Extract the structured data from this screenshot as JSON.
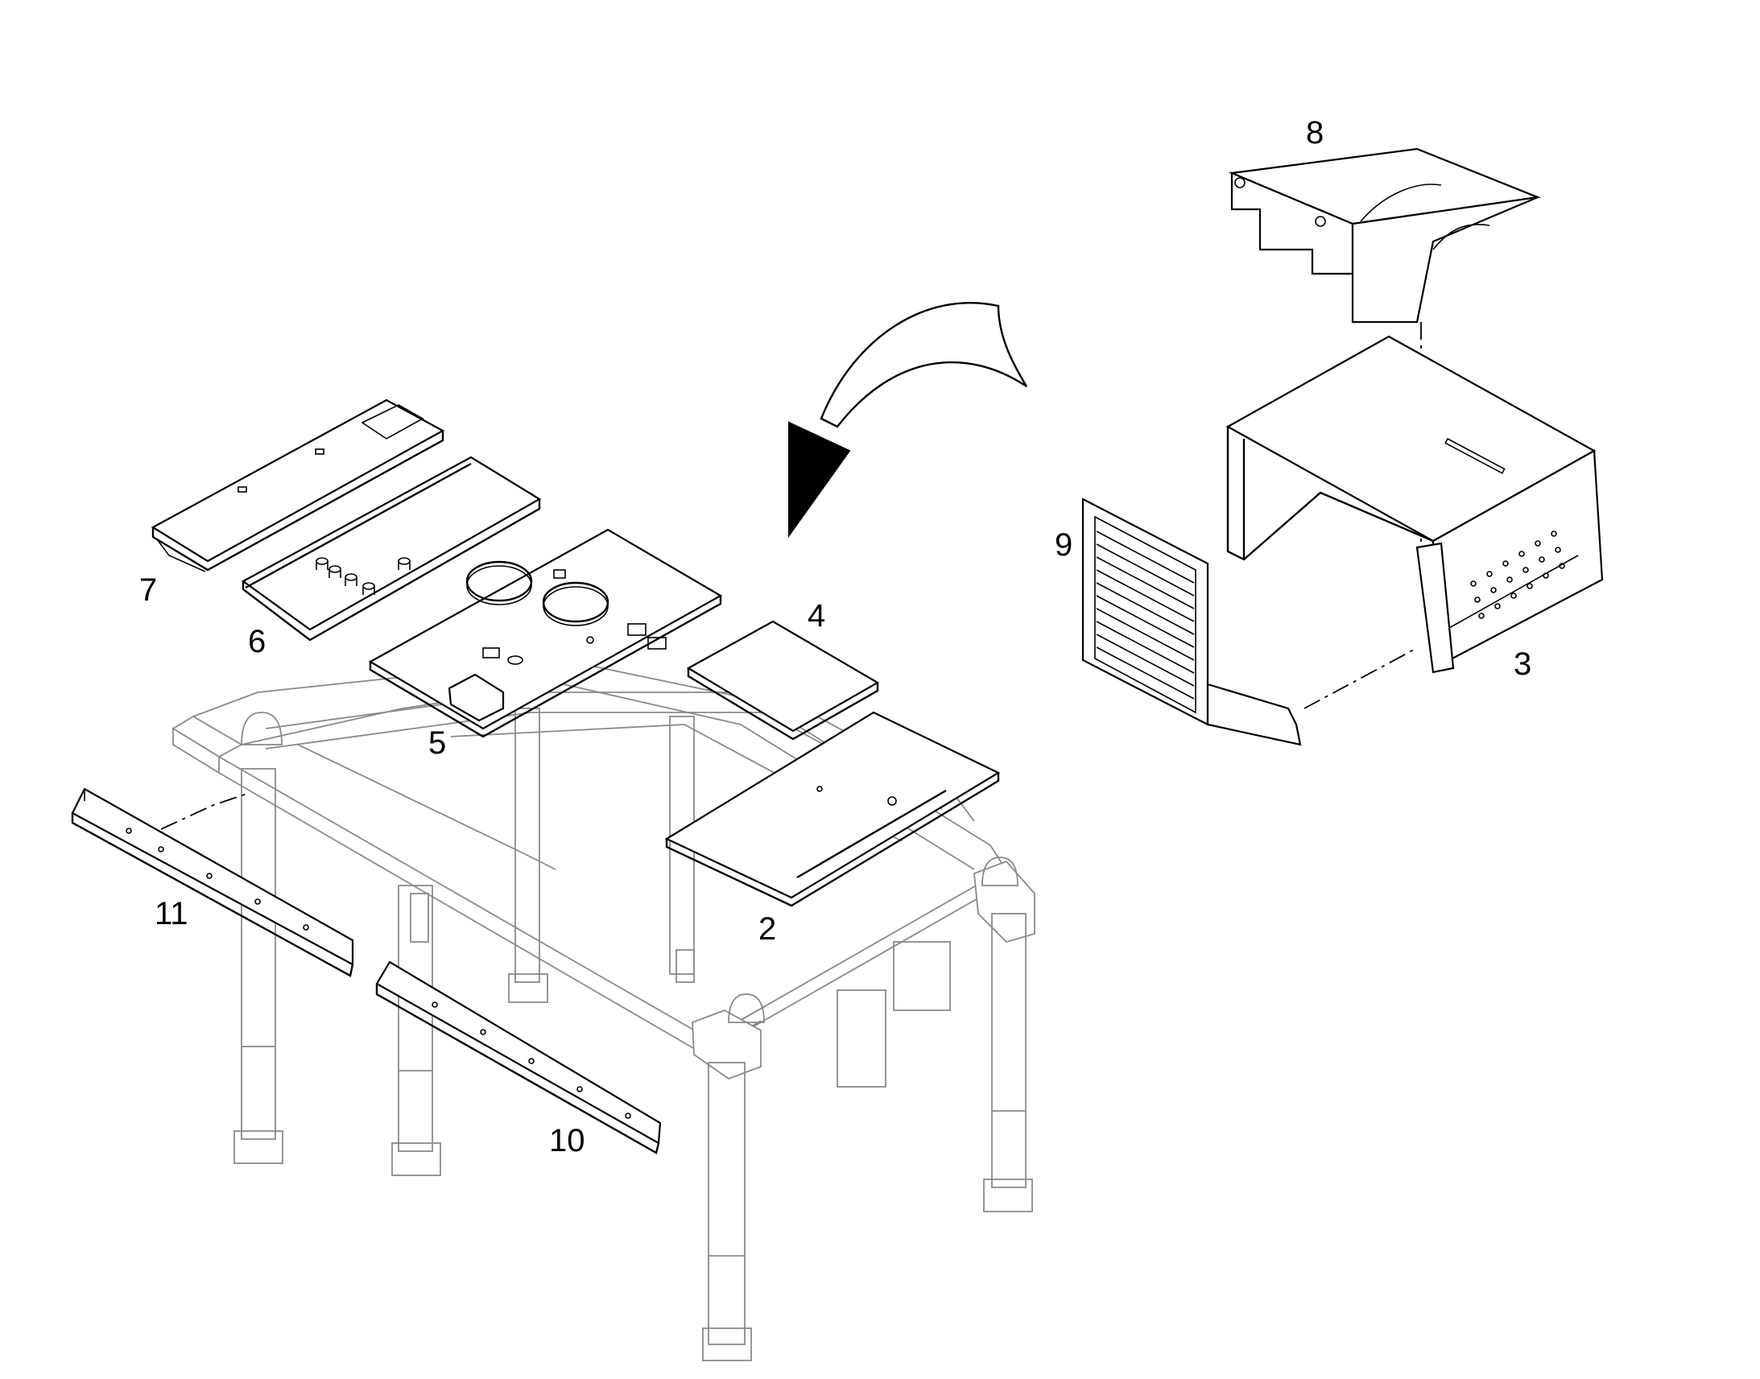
{
  "callouts": [
    {
      "id": "2",
      "label": "2"
    },
    {
      "id": "3",
      "label": "3"
    },
    {
      "id": "4",
      "label": "4"
    },
    {
      "id": "5",
      "label": "5"
    },
    {
      "id": "6",
      "label": "6"
    },
    {
      "id": "7",
      "label": "7"
    },
    {
      "id": "8",
      "label": "8"
    },
    {
      "id": "9",
      "label": "9"
    },
    {
      "id": "10",
      "label": "10"
    },
    {
      "id": "11",
      "label": "11"
    }
  ]
}
